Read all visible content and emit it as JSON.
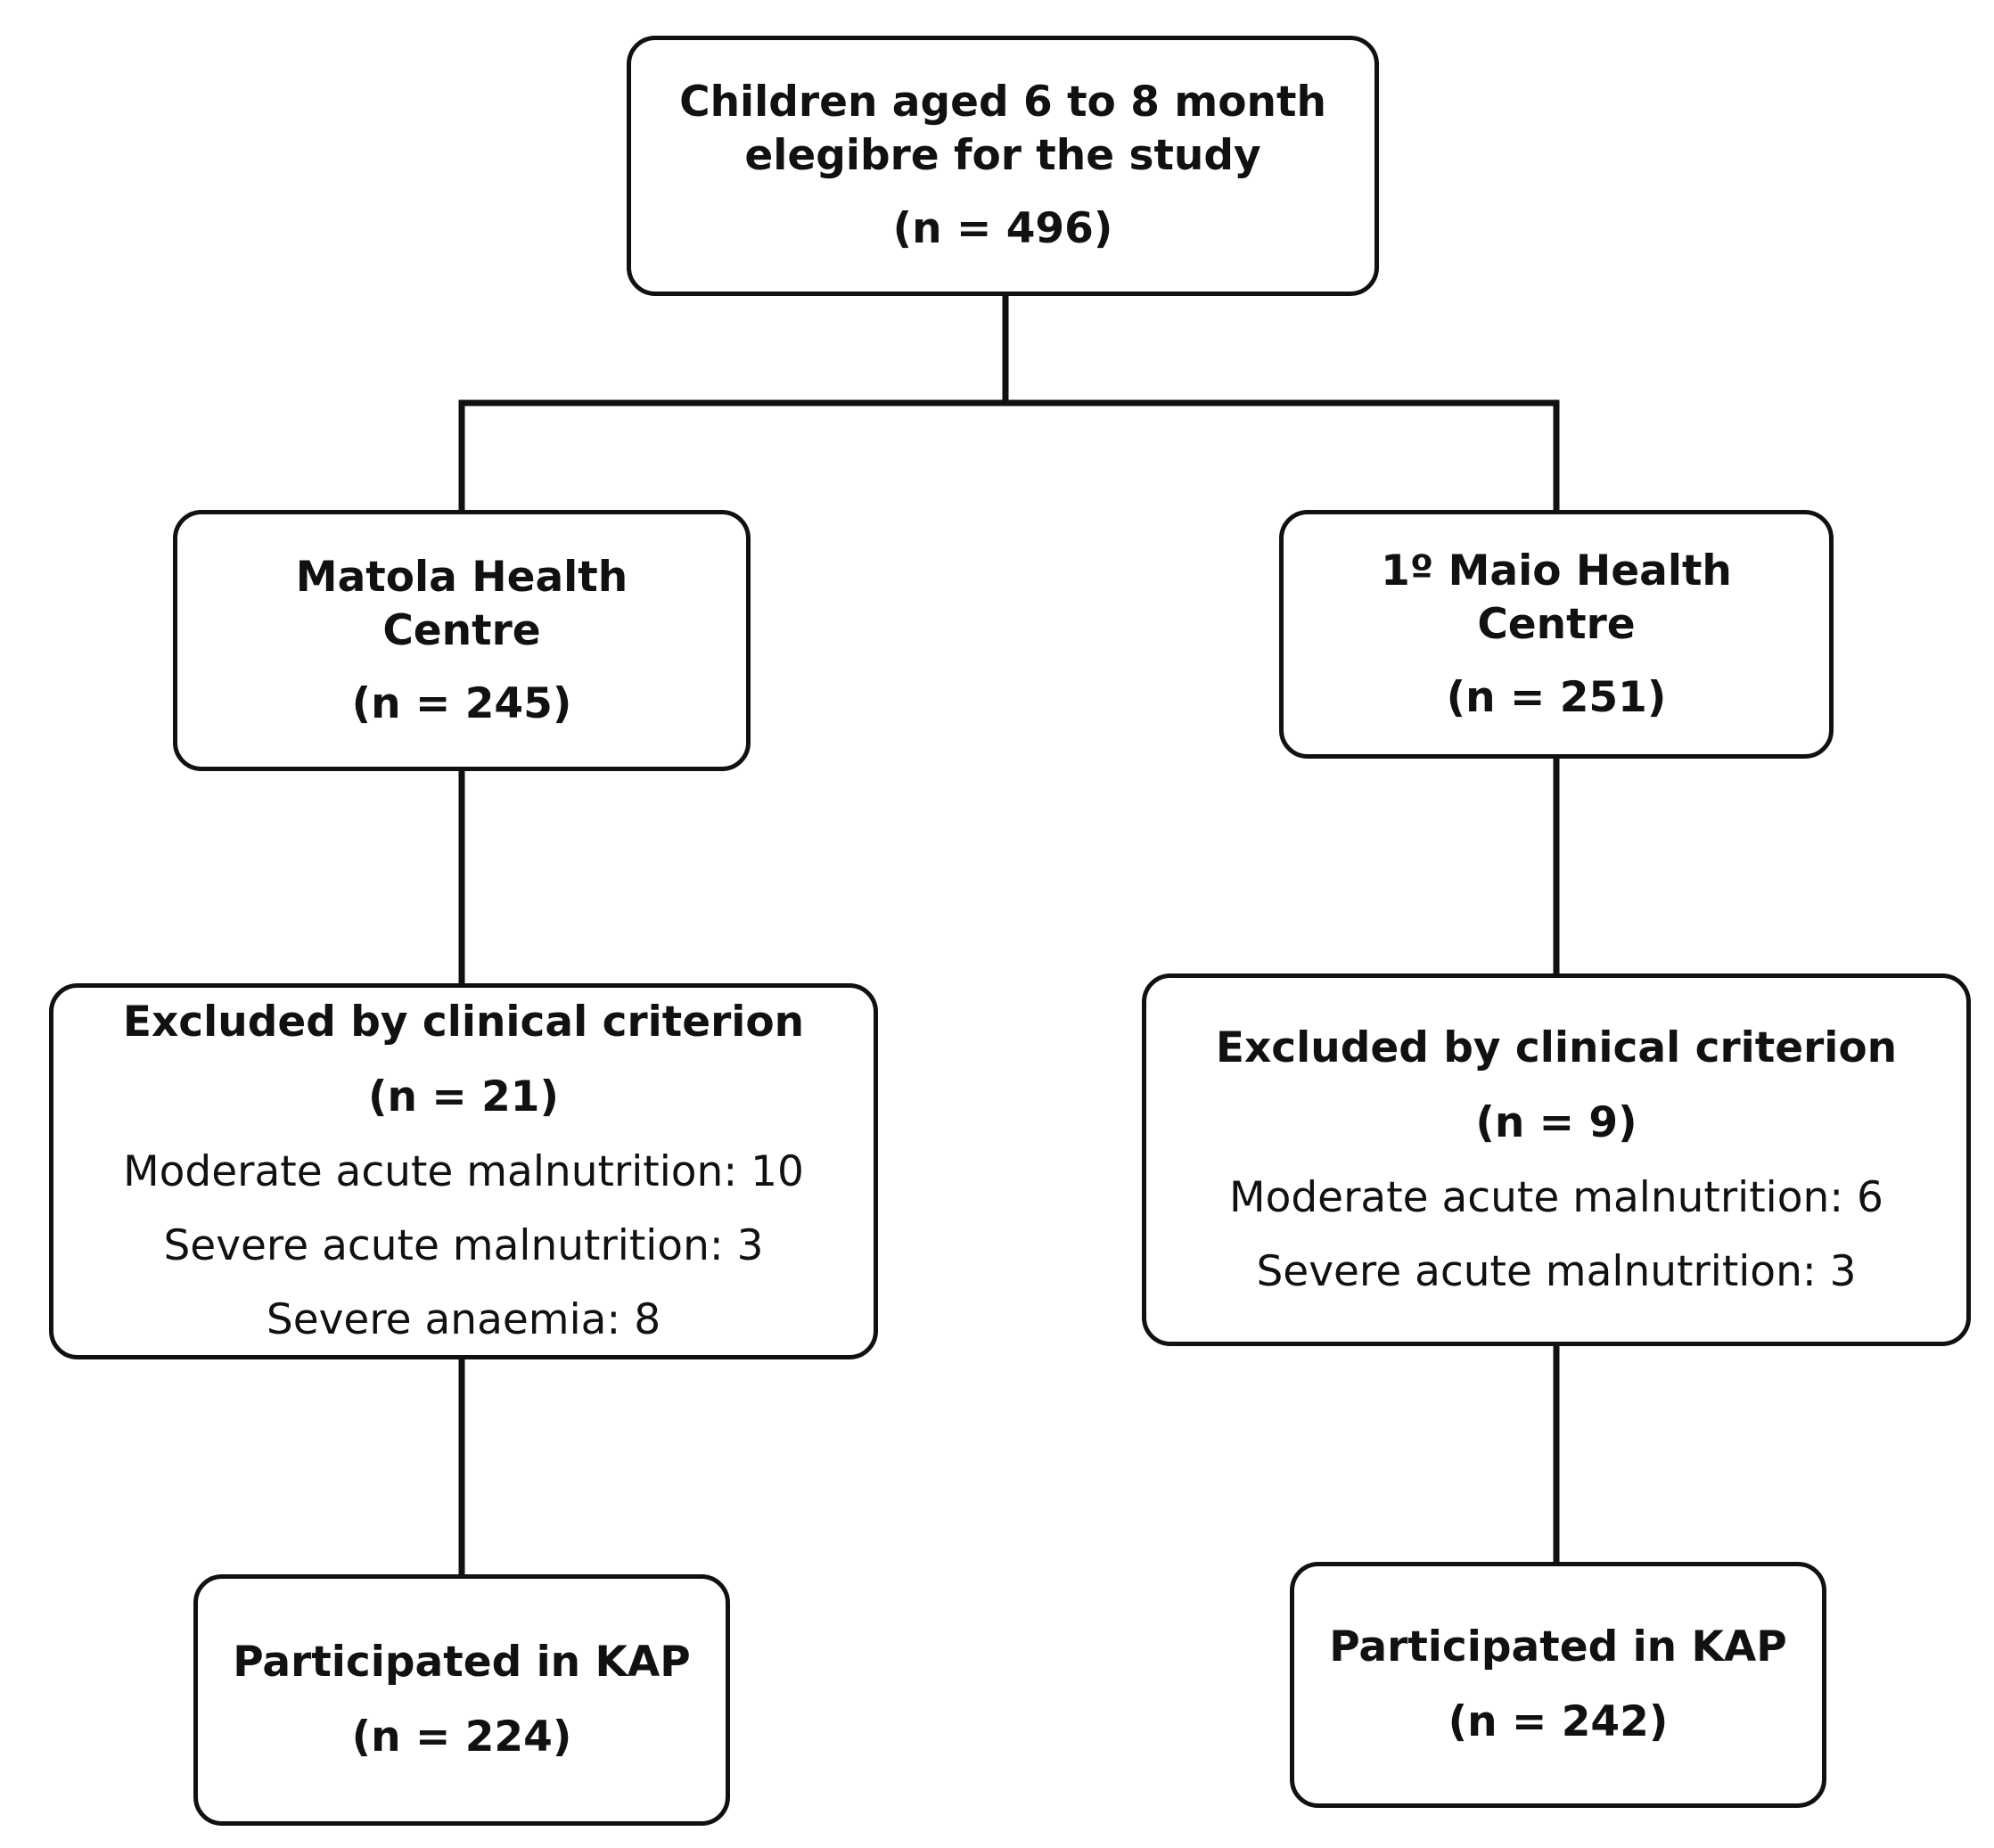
{
  "diagram": {
    "root": {
      "title_line1": "Children aged 6 to 8 month",
      "title_line2": "elegibre for the study",
      "count": "(n = 496)"
    },
    "left": {
      "centre": {
        "title_line1": "Matola Health",
        "title_line2": "Centre",
        "count": "(n = 245)"
      },
      "excluded": {
        "title": "Excluded by clinical criterion",
        "count": "(n = 21)",
        "details": [
          "Moderate acute malnutrition: 10",
          "Severe acute malnutrition: 3",
          "Severe anaemia: 8"
        ]
      },
      "participated": {
        "title": "Participated in KAP",
        "count": "(n = 224)"
      }
    },
    "right": {
      "centre": {
        "title_line1": "1º Maio Health",
        "title_line2": "Centre",
        "count": "(n = 251)"
      },
      "excluded": {
        "title": "Excluded by clinical criterion",
        "count": "(n = 9)",
        "details": [
          "Moderate acute malnutrition: 6",
          "Severe acute malnutrition: 3"
        ]
      },
      "participated": {
        "title": "Participated in KAP",
        "count": "(n = 242)"
      }
    }
  }
}
